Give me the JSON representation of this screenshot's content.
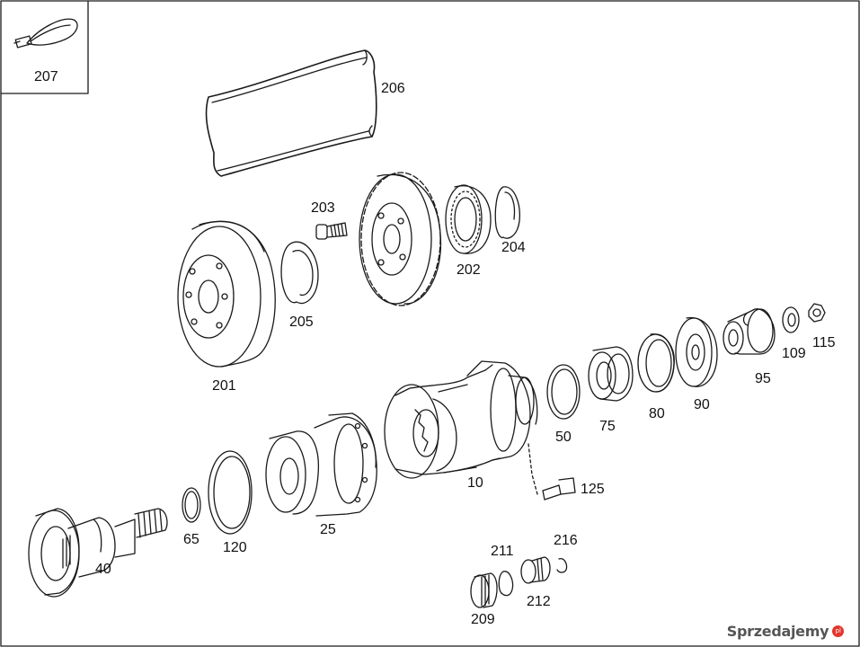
{
  "diagram": {
    "part_labels": {
      "p207": "207",
      "p206": "206",
      "p203": "203",
      "p201": "201",
      "p205": "205",
      "p202": "202",
      "p204": "204",
      "p109": "109",
      "p115": "115",
      "p95": "95",
      "p90": "90",
      "p80": "80",
      "p75": "75",
      "p50": "50",
      "p10": "10",
      "p125": "125",
      "p25": "25",
      "p120": "120",
      "p65": "65",
      "p40": "40",
      "p211": "211",
      "p216": "216",
      "p212": "212",
      "p209": "209"
    }
  },
  "watermark": {
    "text": "Sprzedajemy",
    "badge": "pl"
  },
  "colors": {
    "line": "#1a1a1a",
    "paper": "#ffffff",
    "watermark_badge": "#e3352c"
  }
}
